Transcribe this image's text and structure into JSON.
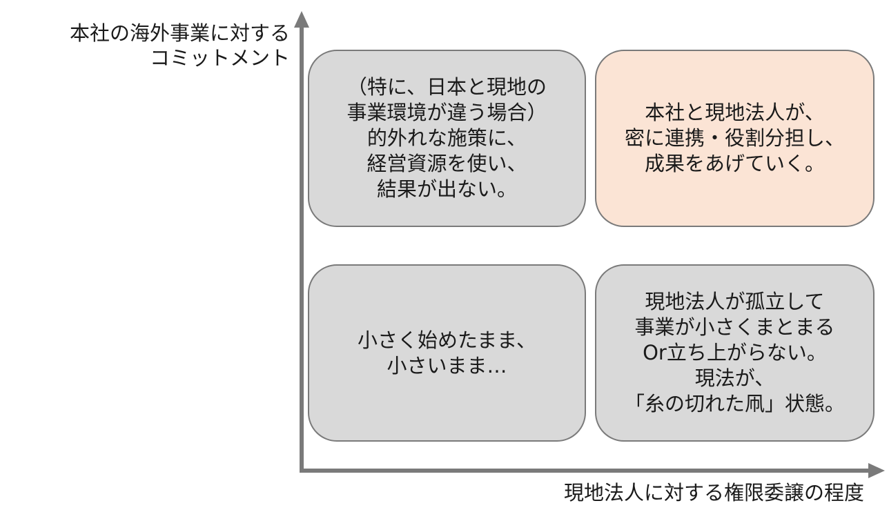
{
  "colors": {
    "axis": "#7a7a7a",
    "quadrant_gray": "#d9d9d9",
    "quadrant_highlight": "#fbe4d5",
    "border": "#7a7a7a"
  },
  "y_axis_label": [
    "本社の海外事業に対する",
    "コミットメント"
  ],
  "x_axis_label": "現地法人に対する権限委譲の程度",
  "quadrants": {
    "top_left": [
      "（特に、日本と現地の",
      "事業環境が違う場合）",
      "的外れな施策に、",
      "経営資源を使い、",
      "結果が出ない。"
    ],
    "top_right": [
      "本社と現地法人が、",
      "密に連携・役割分担し、",
      "成果をあげていく。"
    ],
    "bottom_left": [
      "小さく始めたまま、",
      "小さいまま…"
    ],
    "bottom_right": [
      "現地法人が孤立して",
      "事業が小さくまとまる",
      "Or立ち上がらない。",
      "現法が、",
      "「糸の切れた凧」状態。"
    ]
  }
}
